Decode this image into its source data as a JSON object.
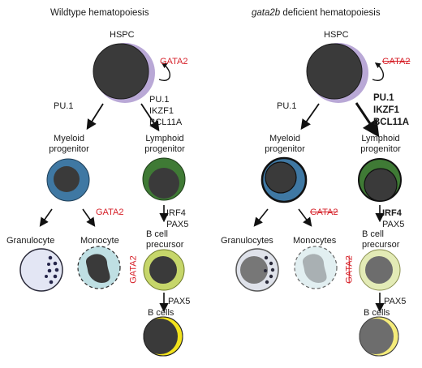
{
  "left": {
    "title": "Wildtype hematopoiesis",
    "hspc": "HSPC",
    "gata2": "GATA2",
    "pu1": "PU.1",
    "lymph_factors": [
      "PU.1",
      "IKZF1",
      "BCL11A"
    ],
    "myeloid": "Myeloid progenitor",
    "lymphoid": "Lymphoid progenitor",
    "gata2_myeloid": "GATA2",
    "irf4": "IRF4",
    "pax5_a": "PAX5",
    "granulocyte": "Granulocyte",
    "monocyte": "Monocyte",
    "bcell_precursor": "B cell precursor",
    "gata2_bcell": "GATA2",
    "pax5_b": "PAX5",
    "bcells": "B cells"
  },
  "right": {
    "title_italic": "gata2b",
    "title_rest": " deficient hematopoiesis",
    "hspc": "HSPC",
    "gata2": "GATA2",
    "pu1": "PU.1",
    "lymph_factors": [
      "PU.1",
      "IKZF1",
      "BCL11A"
    ],
    "myeloid": "Myeloid progenitor",
    "lymphoid": "Lymphoid progenitor",
    "gata2_myeloid": "GATA2",
    "irf4": "IRF4",
    "pax5_a": "PAX5",
    "granulocyte": "Granulocytes",
    "monocyte": "Monocytes",
    "bcell_precursor": "B cell precursor",
    "gata2_bcell": "GATA2",
    "pax5_b": "PAX5",
    "bcells": "B cells"
  },
  "colors": {
    "hspc_ring": "#b9a8d6",
    "nucleus": "#3a3a3a",
    "myeloid": "#3f78a3",
    "lymphoid": "#3f7a35",
    "granulocyte": "#e3e6f4",
    "monocyte": "#bfdfe3",
    "bcell_precursor": "#c6d66a",
    "bcell_ring": "#f2e21c",
    "gata2_red": "#d6222a"
  }
}
